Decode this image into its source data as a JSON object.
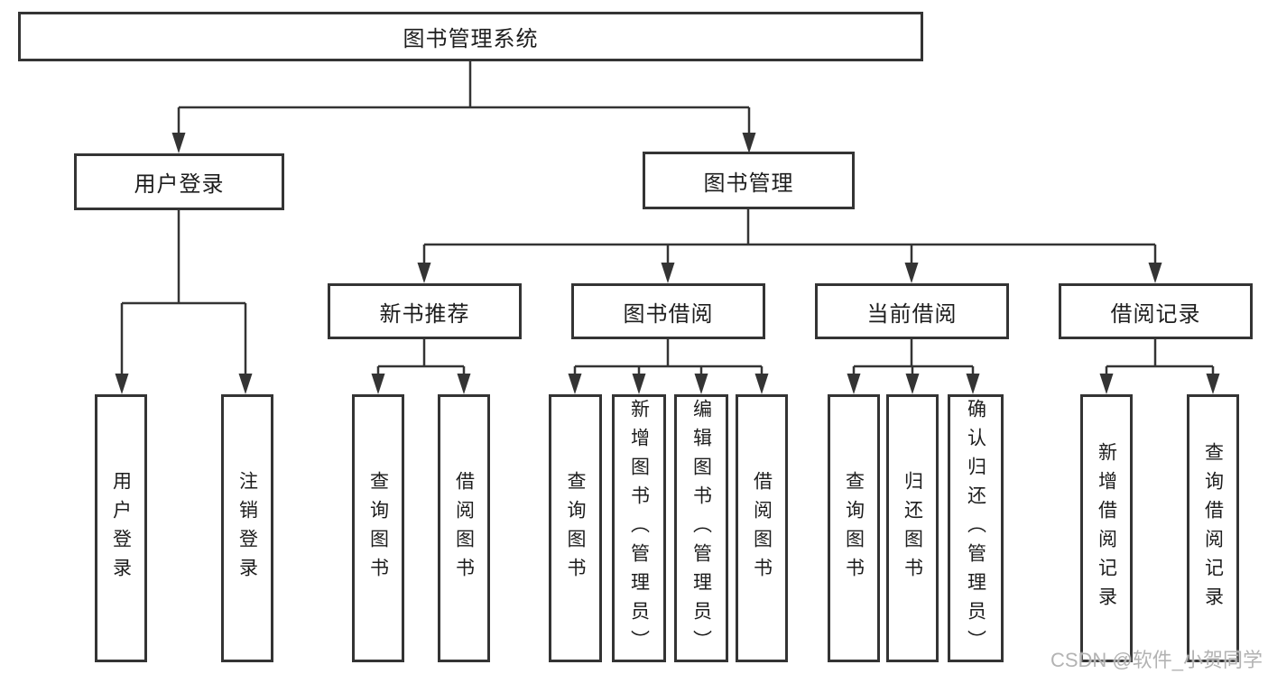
{
  "diagram_title": "图书管理系统",
  "nodes": {
    "root": {
      "label": "图书管理系统"
    },
    "user_login": {
      "label": "用户登录"
    },
    "book_mgmt": {
      "label": "图书管理"
    },
    "new_book_rec": {
      "label": "新书推荐"
    },
    "book_borrow": {
      "label": "图书借阅"
    },
    "current_borrow": {
      "label": "当前借阅"
    },
    "borrow_record": {
      "label": "借阅记录"
    },
    "leaf_user_login": {
      "label": "用户登录"
    },
    "leaf_logout": {
      "label": "注销登录"
    },
    "leaf_query_book_1": {
      "label": "查询图书"
    },
    "leaf_borrow_book_1": {
      "label": "借阅图书"
    },
    "leaf_query_book_2": {
      "label": "查询图书"
    },
    "leaf_add_book": {
      "label": "新增图书（管理员）"
    },
    "leaf_edit_book": {
      "label": "编辑图书（管理员）"
    },
    "leaf_borrow_book_2": {
      "label": "借阅图书"
    },
    "leaf_query_book_3": {
      "label": "查询图书"
    },
    "leaf_return_book": {
      "label": "归还图书"
    },
    "leaf_confirm_return": {
      "label": "确认归还（管理员）"
    },
    "leaf_add_record": {
      "label": "新增借阅记录"
    },
    "leaf_query_record": {
      "label": "查询借阅记录"
    }
  },
  "hierarchy": {
    "图书管理系统": {
      "用户登录": [
        "用户登录",
        "注销登录"
      ],
      "图书管理": {
        "新书推荐": [
          "查询图书",
          "借阅图书"
        ],
        "图书借阅": [
          "查询图书",
          "新增图书（管理员）",
          "编辑图书（管理员）",
          "借阅图书"
        ],
        "当前借阅": [
          "查询图书",
          "归还图书",
          "确认归还（管理员）"
        ],
        "借阅记录": [
          "新增借阅记录",
          "查询借阅记录"
        ]
      }
    }
  },
  "watermark": {
    "text": "CSDN @软件_小贺同学"
  },
  "colors": {
    "line": "#343434",
    "box_border": "#343434",
    "text": "#1d1d1d",
    "watermark_text": "#b3b3b3",
    "background": "#ffffff"
  }
}
